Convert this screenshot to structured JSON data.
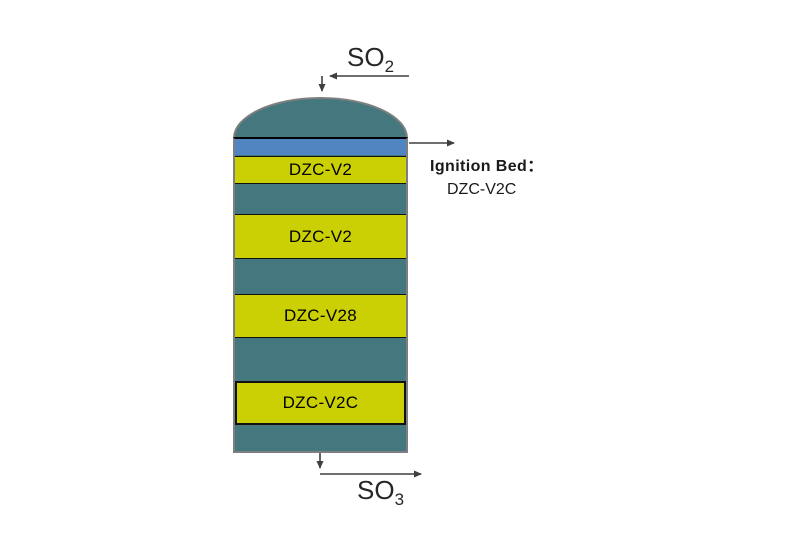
{
  "streams": {
    "inlet": {
      "formula": "SO",
      "subscript": "2"
    },
    "outlet": {
      "formula": "SO",
      "subscript": "3"
    }
  },
  "vessel": {
    "beds": [
      {
        "label": "DZC-V2"
      },
      {
        "label": "DZC-V2"
      },
      {
        "label": "DZC-V28"
      },
      {
        "label": "DZC-V2C"
      }
    ]
  },
  "annotation": {
    "label": "Ignition Bed：",
    "value": "DZC-V2C"
  },
  "colors": {
    "shell": "#45787E",
    "bed": "#CBD004",
    "ignition": "#5085C1",
    "outline": "#7F7F7F",
    "arrow": "#3F3F3F",
    "text": "#1A1A1A"
  }
}
